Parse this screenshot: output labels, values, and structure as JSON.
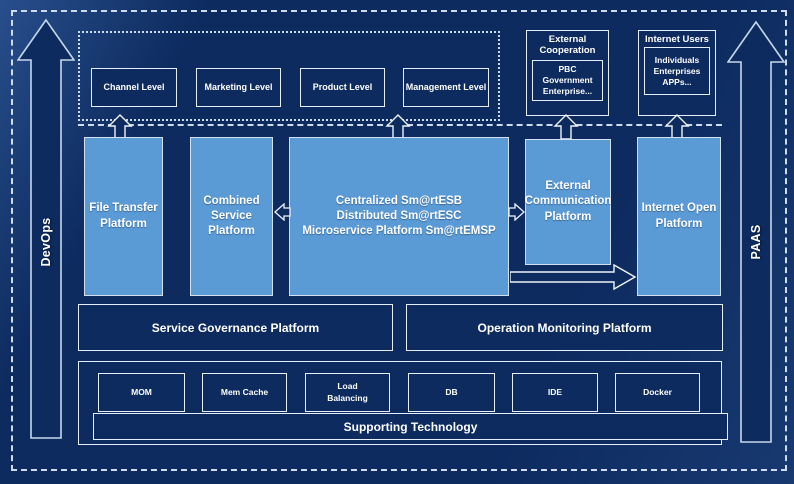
{
  "rails": {
    "left": "DevOps",
    "right": "PAAS"
  },
  "top_band": {
    "levels": [
      "Channel Level",
      "Marketing Level",
      "Product Level",
      "Management Level"
    ],
    "external_cooperation": {
      "title": "External Cooperation",
      "member": "PBC Government Enterprise..."
    },
    "internet_users": {
      "title": "Internet Users",
      "member_lines": [
        "Individuals",
        "Enterprises",
        "APPs..."
      ]
    }
  },
  "platforms": {
    "file_transfer": "File Transfer Platform",
    "combined_service": "Combined Service Platform",
    "central_lines": [
      "Centralized Sm@rtESB",
      "Distributed Sm@rtESC",
      "Microservice Platform Sm@rtEMSP"
    ],
    "external_communication": "External Communication Platform",
    "internet_open": "Internet Open Platform"
  },
  "management_row": {
    "left": "Service Governance Platform",
    "right": "Operation Monitoring Platform"
  },
  "supporting": {
    "items": [
      "MOM",
      "Mem Cache",
      "Load Balancing",
      "DB",
      "IDE",
      "Docker"
    ],
    "bar": "Supporting Technology"
  },
  "colors": {
    "background": "#0d2b5f",
    "platform_fill": "#5b9bd5",
    "line": "#cfdcee",
    "text": "#ffffff"
  }
}
